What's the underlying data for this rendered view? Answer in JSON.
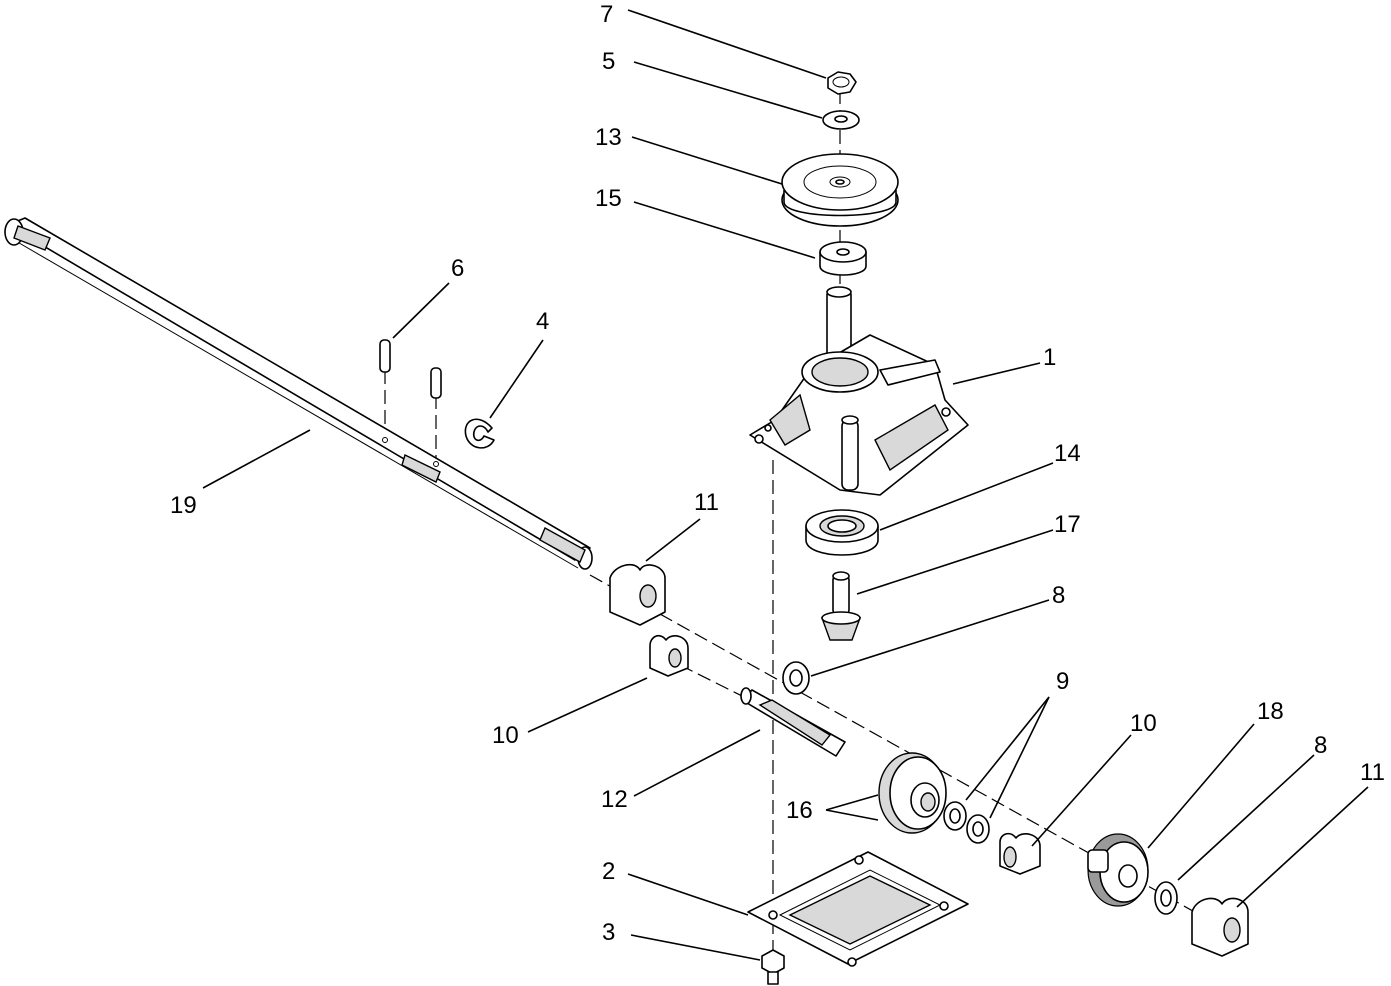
{
  "callouts": [
    {
      "id": "c7",
      "text": "7"
    },
    {
      "id": "c5",
      "text": "5"
    },
    {
      "id": "c13",
      "text": "13"
    },
    {
      "id": "c15",
      "text": "15"
    },
    {
      "id": "c6",
      "text": "6"
    },
    {
      "id": "c4",
      "text": "4"
    },
    {
      "id": "c1",
      "text": "1"
    },
    {
      "id": "c19",
      "text": "19"
    },
    {
      "id": "c11a",
      "text": "11"
    },
    {
      "id": "c14",
      "text": "14"
    },
    {
      "id": "c17",
      "text": "17"
    },
    {
      "id": "c8a",
      "text": "8"
    },
    {
      "id": "c9",
      "text": "9"
    },
    {
      "id": "c10a",
      "text": "10"
    },
    {
      "id": "c10b",
      "text": "10"
    },
    {
      "id": "c18",
      "text": "18"
    },
    {
      "id": "c8b",
      "text": "8"
    },
    {
      "id": "c11b",
      "text": "11"
    },
    {
      "id": "c12",
      "text": "12"
    },
    {
      "id": "c16",
      "text": "16"
    },
    {
      "id": "c2",
      "text": "2"
    },
    {
      "id": "c3",
      "text": "3"
    }
  ]
}
